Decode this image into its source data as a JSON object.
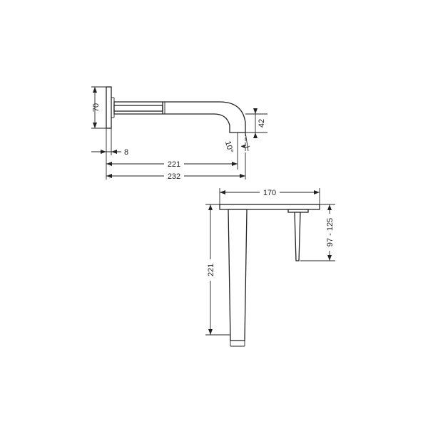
{
  "side_view": {
    "dim_rosette_height": "70",
    "dim_rosette_depth": "8",
    "dim_spout_reach": "221",
    "dim_total_reach": "232",
    "dim_outlet_height": "42",
    "dim_outlet_angle": "10°"
  },
  "top_view": {
    "dim_plate_width": "170",
    "dim_spout_length": "221",
    "dim_lever_range": "97 - 125"
  }
}
